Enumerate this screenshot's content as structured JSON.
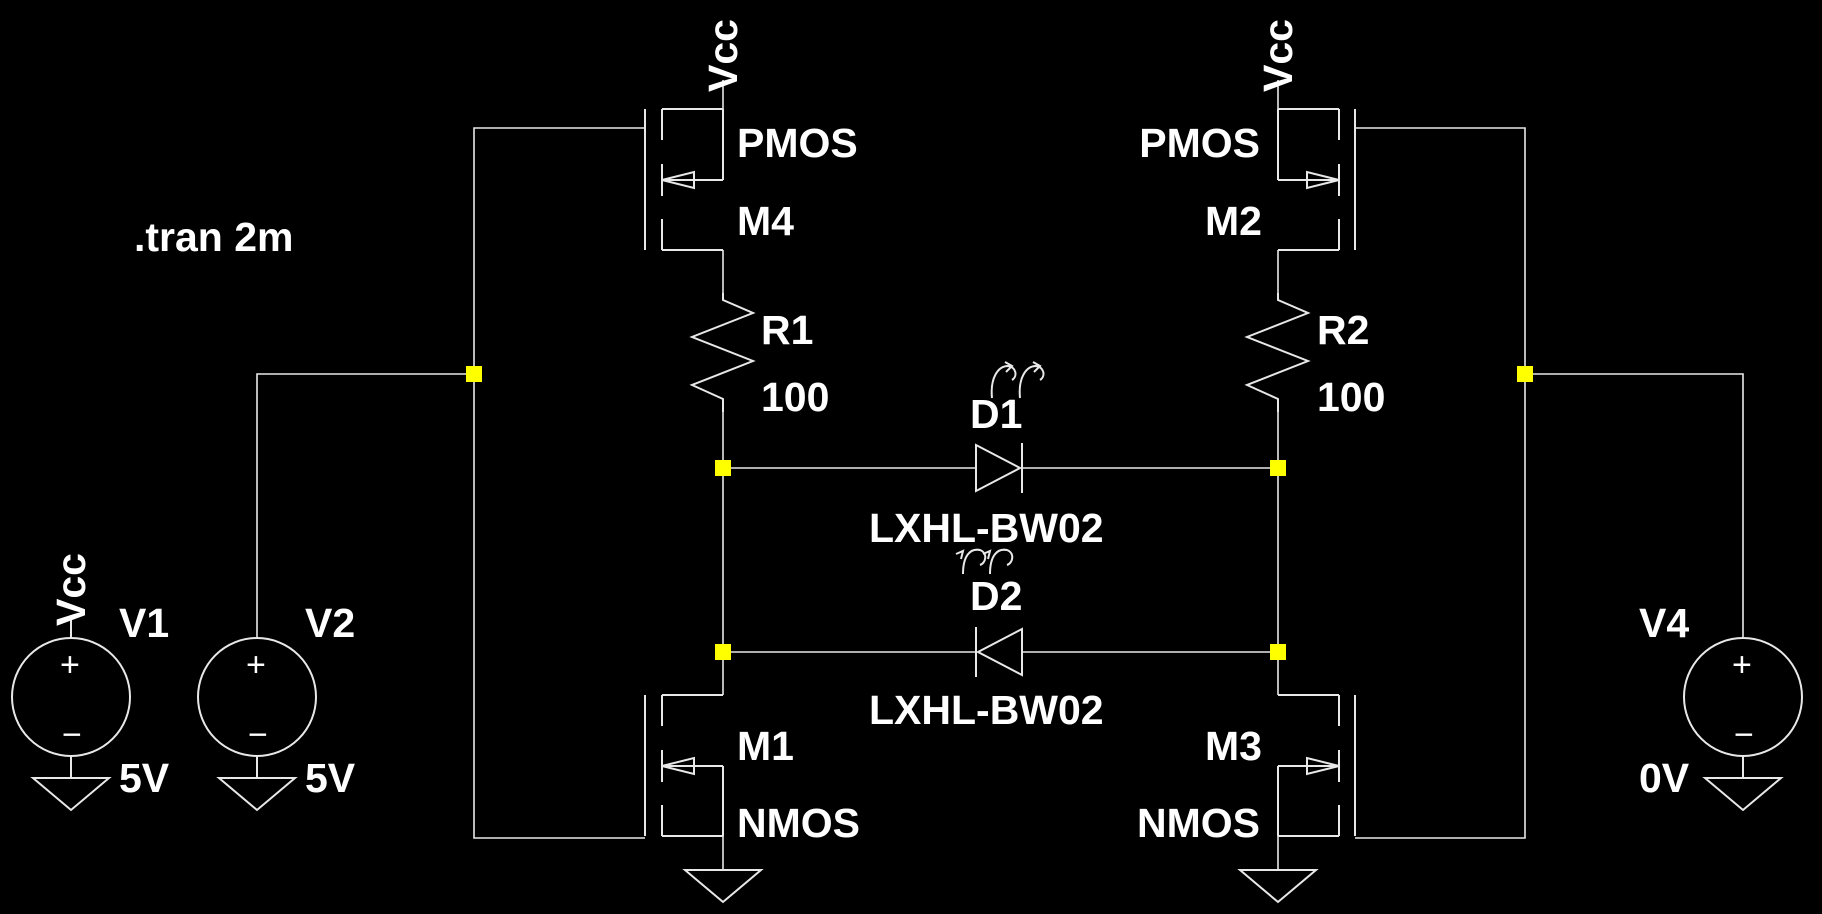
{
  "directive": ".tran 2m",
  "nets": {
    "vcc": "Vcc"
  },
  "sources": {
    "v1": {
      "name": "V1",
      "value": "5V"
    },
    "v2": {
      "name": "V2",
      "value": "5V"
    },
    "v4": {
      "name": "V4",
      "value": "0V"
    }
  },
  "transistors": {
    "m4": {
      "name": "M4",
      "model": "PMOS"
    },
    "m2": {
      "name": "M2",
      "model": "PMOS"
    },
    "m1": {
      "name": "M1",
      "model": "NMOS"
    },
    "m3": {
      "name": "M3",
      "model": "NMOS"
    }
  },
  "resistors": {
    "r1": {
      "name": "R1",
      "value": "100"
    },
    "r2": {
      "name": "R2",
      "value": "100"
    }
  },
  "diodes": {
    "d1": {
      "name": "D1",
      "model": "LXHL-BW02"
    },
    "d2": {
      "name": "D2",
      "model": "LXHL-BW02"
    }
  },
  "colors": {
    "background": "#000000",
    "wire": "#e8e8e8",
    "junction": "#ffff00",
    "text": "#ffffff"
  }
}
